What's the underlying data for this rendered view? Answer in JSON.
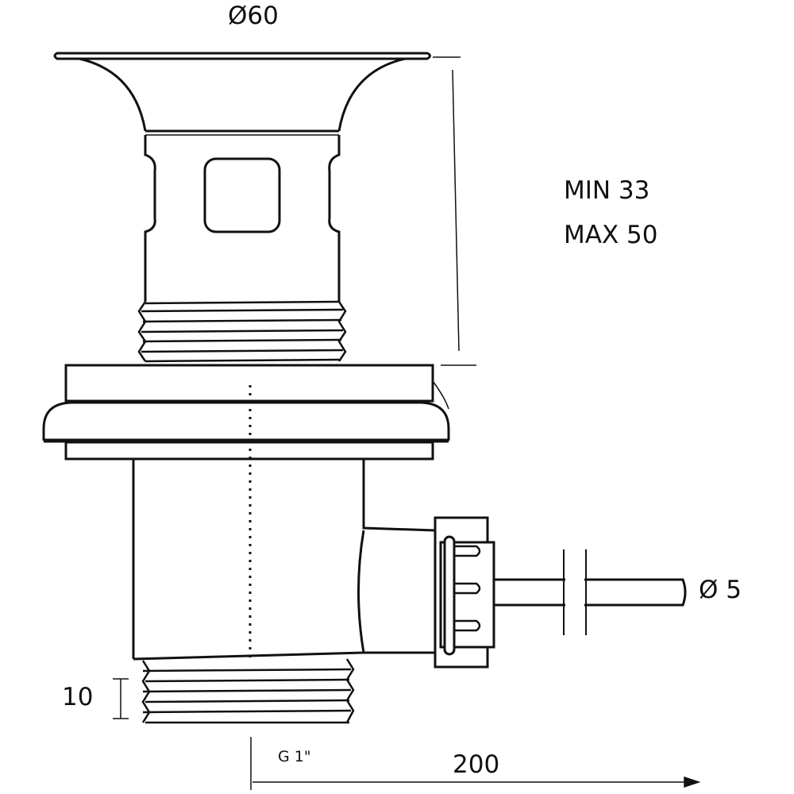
{
  "dimensions": {
    "top_diameter": "Ø60",
    "height_min": "MIN 33",
    "height_max": "MAX 50",
    "rod_diameter": "Ø 5",
    "thread_height": "10",
    "thread_spec": "G 1\"",
    "rod_length": "200"
  },
  "colors": {
    "line": "#111111",
    "background": "#ffffff"
  }
}
